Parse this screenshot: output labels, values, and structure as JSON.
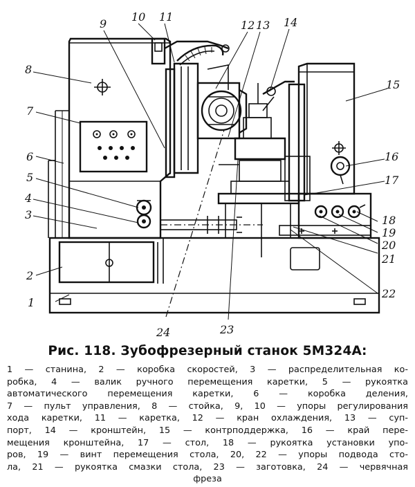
{
  "figure": {
    "callouts": [
      "1",
      "2",
      "3",
      "4",
      "5",
      "6",
      "7",
      "8",
      "9",
      "10",
      "11",
      "12",
      "13",
      "14",
      "15",
      "16",
      "17",
      "18",
      "19",
      "20",
      "21",
      "22",
      "23",
      "24"
    ]
  },
  "caption": {
    "title": "Рис. 118. Зубофрезерный станок 5М324А:",
    "lines": [
      "1 — станина, 2 — коробка скоростей, 3 — распределительная ко-",
      "робка, 4 — валик ручного перемещения каретки, 5 — рукоятка",
      "автоматического перемещения каретки, 6 — коробка деления,",
      "7 — пульт управления, 8 — стойка, 9, 10 — упоры регулирования",
      "хода каретки, 11 — каретка, 12 — кран охлаждения, 13 — суп-",
      "порт, 14 — кронштейн, 15 — контрподдержка, 16 — край пере-",
      "мещения кронштейна, 17 — стол, 18 — рукоятка установки упо-",
      "ров, 19 — винт перемещения стола, 20, 22 — упоры подвода сто-",
      "ла, 21 — рукоятка смазки стола, 23 — заготовка, 24 — червячная",
      "фреза"
    ]
  }
}
